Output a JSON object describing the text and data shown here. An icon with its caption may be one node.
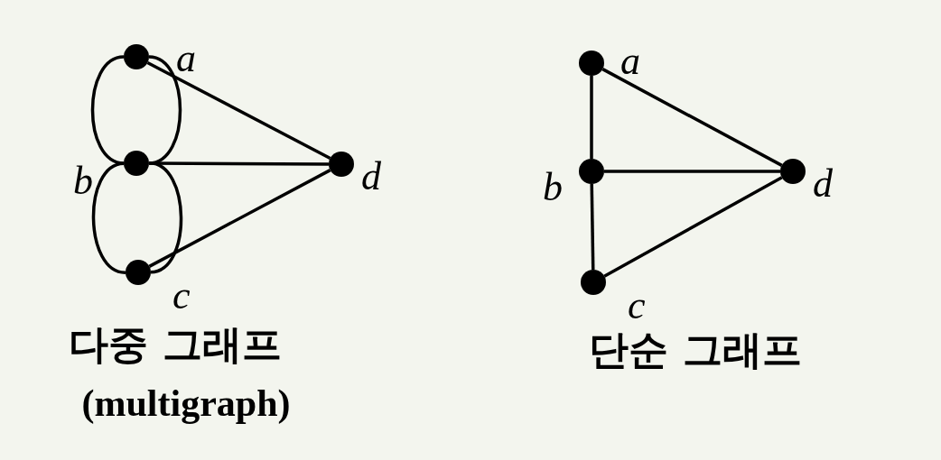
{
  "diagram": {
    "nodes": [
      {
        "text": [],
        "shape": "circle",
        "beside": [
          "a"
        ]
      },
      {
        "text": [],
        "shape": "circle",
        "beside": [
          "b"
        ]
      },
      {
        "text": [],
        "shape": "circle",
        "beside": [
          "c"
        ]
      },
      {
        "text": [],
        "shape": "circle",
        "beside": [
          "d"
        ]
      },
      {
        "text": [],
        "shape": "circle",
        "beside": [
          "a"
        ]
      },
      {
        "text": [],
        "shape": "circle",
        "beside": [
          "b"
        ]
      },
      {
        "text": [],
        "shape": "circle",
        "beside": [
          "c"
        ]
      },
      {
        "text": [],
        "shape": "circle",
        "beside": [
          "d"
        ]
      }
    ],
    "edges": [
      {
        "from": 0,
        "to": 1,
        "arrow": "none"
      },
      {
        "from": 0,
        "to": 1,
        "arrow": "none"
      },
      {
        "from": 1,
        "to": 2,
        "arrow": "none"
      },
      {
        "from": 1,
        "to": 2,
        "arrow": "none"
      },
      {
        "from": 0,
        "to": 3,
        "arrow": "none"
      },
      {
        "from": 1,
        "to": 3,
        "arrow": "none"
      },
      {
        "from": 2,
        "to": 3,
        "arrow": "none"
      },
      {
        "from": 4,
        "to": 5,
        "arrow": "none"
      },
      {
        "from": 5,
        "to": 6,
        "arrow": "none"
      },
      {
        "from": 4,
        "to": 7,
        "arrow": "none"
      },
      {
        "from": 5,
        "to": 7,
        "arrow": "none"
      },
      {
        "from": 6,
        "to": 7,
        "arrow": "none"
      }
    ],
    "labels": [
      "다중 그래프",
      "(multigraph)",
      "단순 그래프"
    ]
  }
}
